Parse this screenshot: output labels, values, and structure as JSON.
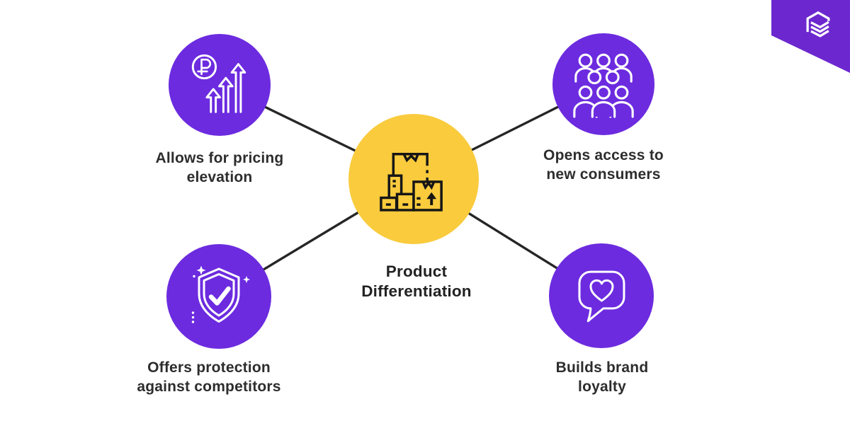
{
  "diagram": {
    "center": {
      "label": "Product Differentiation",
      "icon": "product-boxes-icon"
    },
    "nodes": [
      {
        "id": "pricing-elevation",
        "label": "Allows for pricing elevation",
        "icon": "ruble-growth-arrows-icon"
      },
      {
        "id": "new-consumers",
        "label": "Opens access to new consumers",
        "icon": "consumers-crowd-icon"
      },
      {
        "id": "competitor-protection",
        "label": "Offers protection against competitors",
        "icon": "shield-check-icon"
      },
      {
        "id": "brand-loyalty",
        "label": "Builds brand loyalty",
        "icon": "heart-chat-bubble-icon"
      }
    ],
    "colors": {
      "node_purple": "#6C2BDF",
      "hub_yellow": "#F9CB3D",
      "connector": "#262626",
      "text": "#2D2D2D",
      "background": "#FFFFFF",
      "badge_purple": "#6C28CE"
    }
  },
  "brand": {
    "logo": "stacked-layers-logo"
  }
}
